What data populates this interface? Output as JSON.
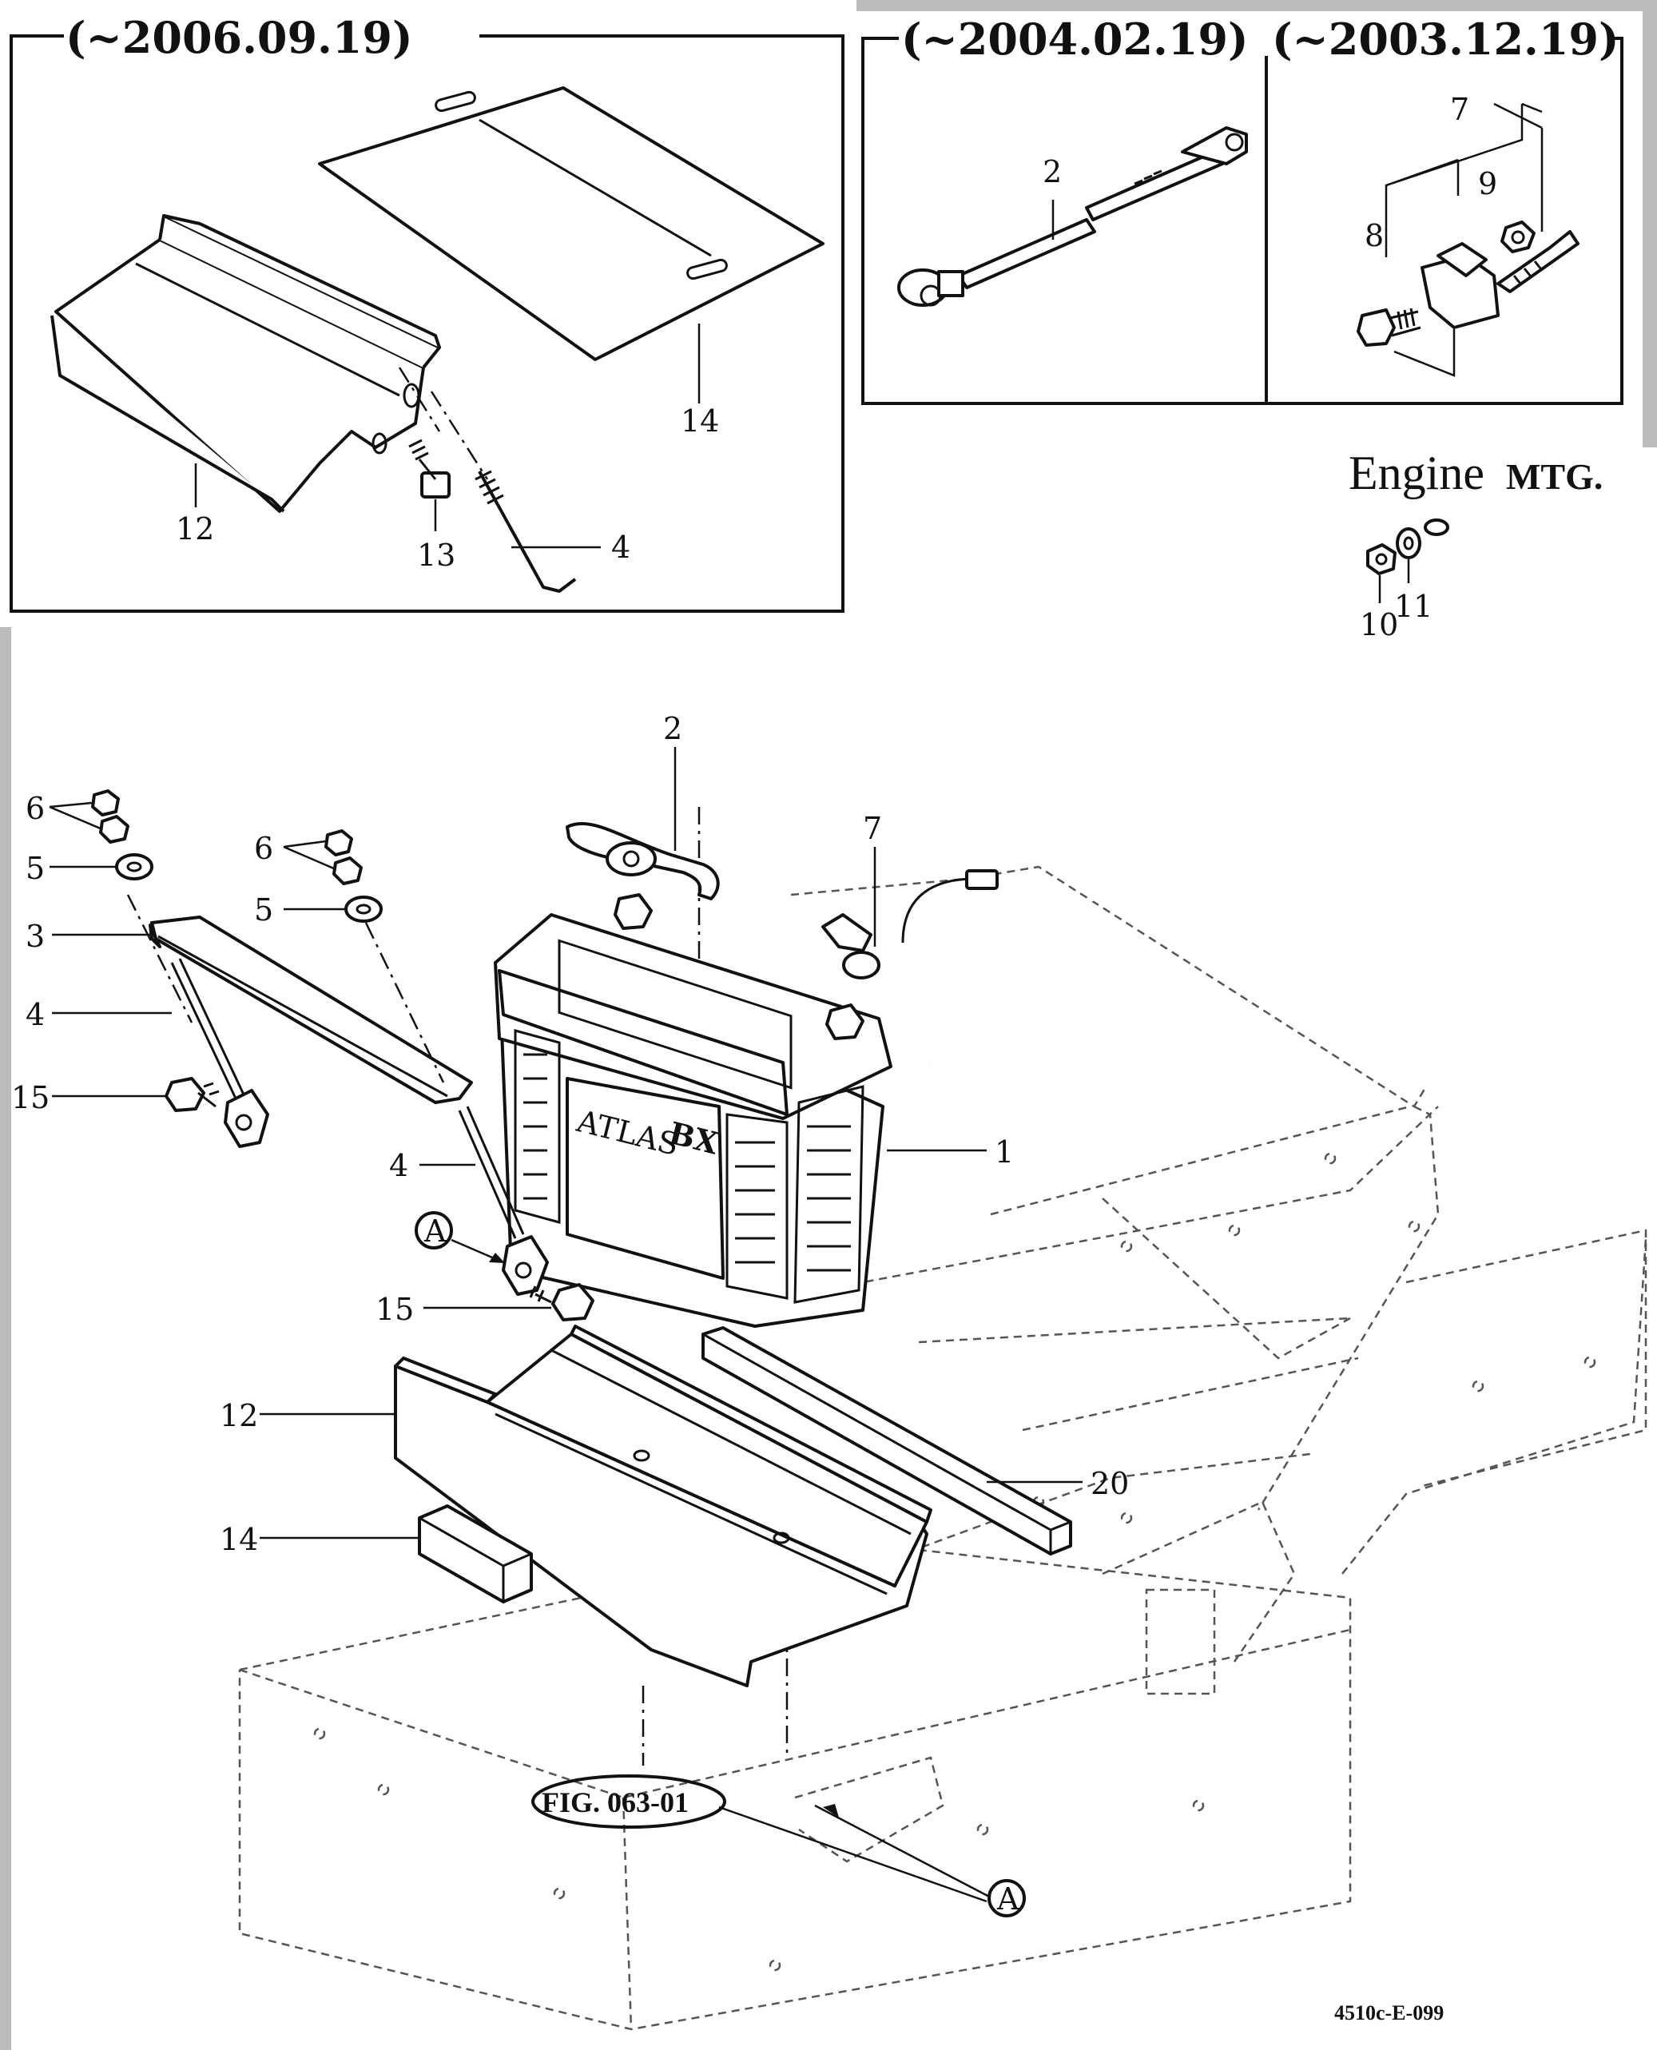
{
  "headers": {
    "inset_left": "(~2006.09.19)",
    "inset_mid": "(~2004.02.19)",
    "inset_right": "(~2003.12.19)"
  },
  "engine_label": {
    "main": "Engine",
    "suffix": "MTG."
  },
  "figure_ref": "FIG. 063-01",
  "drawing_code": "4510c-E-099",
  "battery_brand": {
    "brand": "ATLAS",
    "model": "BX"
  },
  "view_marker": "A",
  "callouts": {
    "inset_left": {
      "c12": "12",
      "c13": "13",
      "c4": "4",
      "c14": "14"
    },
    "inset_mid": {
      "c2": "2"
    },
    "inset_right": {
      "c7": "7",
      "c8": "8",
      "c9": "9"
    },
    "main": {
      "c1": "1",
      "c2": "2",
      "c3": "3",
      "c4a": "4",
      "c4b": "4",
      "c5a": "5",
      "c5b": "5",
      "c6a": "6",
      "c6b": "6",
      "c7": "7",
      "c10": "10",
      "c11": "11",
      "c12": "12",
      "c14": "14",
      "c15a": "15",
      "c15b": "15",
      "c20": "20"
    }
  }
}
